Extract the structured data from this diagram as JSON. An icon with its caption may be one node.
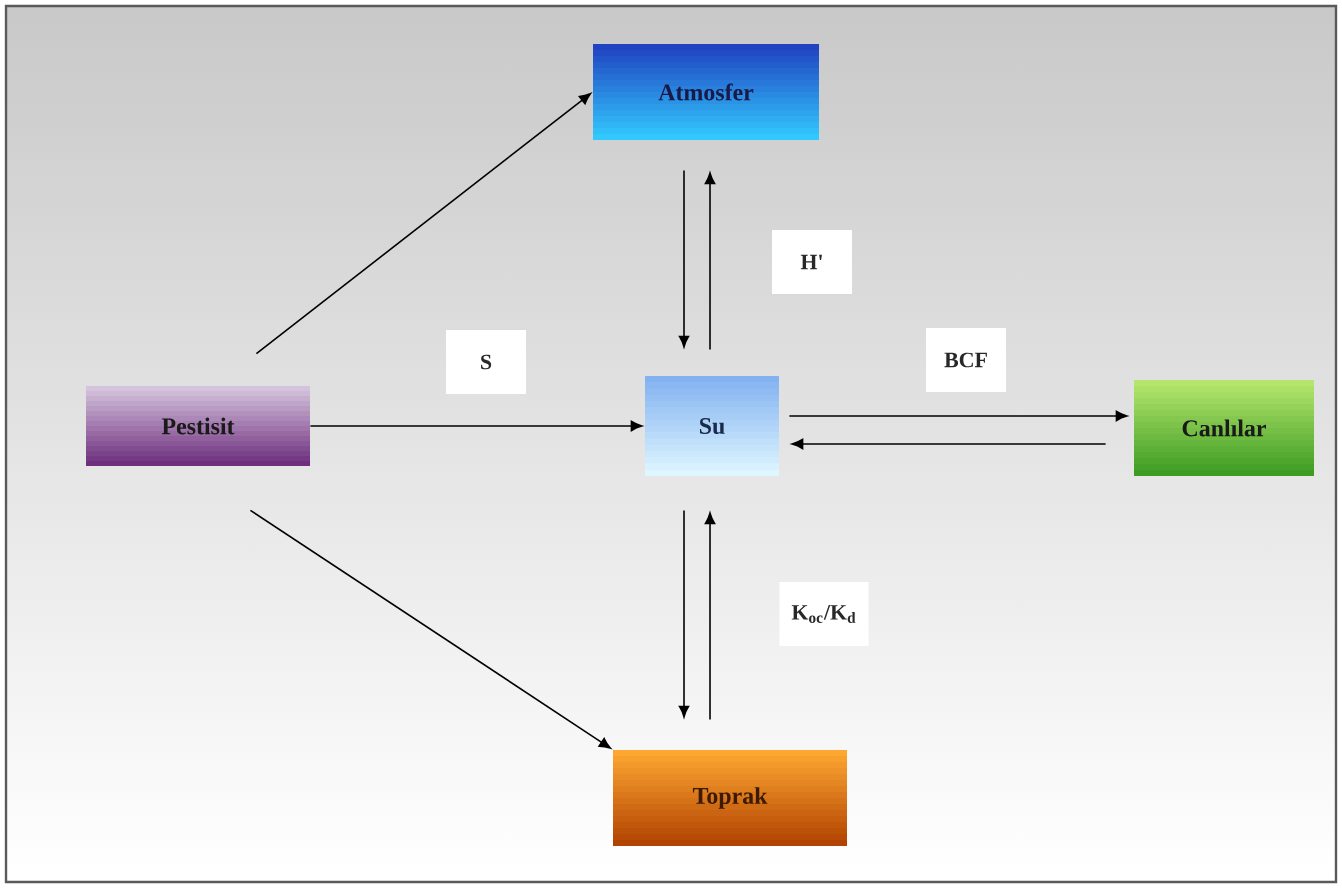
{
  "diagram": {
    "nodes": [
      {
        "text": [
          "Atmosfer"
        ]
      },
      {
        "text": [
          "Pestisit"
        ]
      },
      {
        "text": [
          "Su"
        ]
      },
      {
        "text": [
          "Canlılar"
        ]
      },
      {
        "text": [
          "Toprak"
        ]
      }
    ],
    "edges": [
      {
        "from": 1,
        "to": 0,
        "arrow": "to"
      },
      {
        "from": 1,
        "to": 2,
        "arrow": "to",
        "label": "S"
      },
      {
        "from": 1,
        "to": 4,
        "arrow": "to"
      },
      {
        "from": 0,
        "to": 2,
        "arrow": "to"
      },
      {
        "from": 2,
        "to": 0,
        "arrow": "to",
        "label": "H'"
      },
      {
        "from": 2,
        "to": 3,
        "arrow": "to",
        "label": "BCF"
      },
      {
        "from": 3,
        "to": 2,
        "arrow": "to"
      },
      {
        "from": 2,
        "to": 4,
        "arrow": "to"
      },
      {
        "from": 4,
        "to": 2,
        "arrow": "to",
        "label": "K$_{oc}$/K$_{d}$"
      }
    ]
  }
}
